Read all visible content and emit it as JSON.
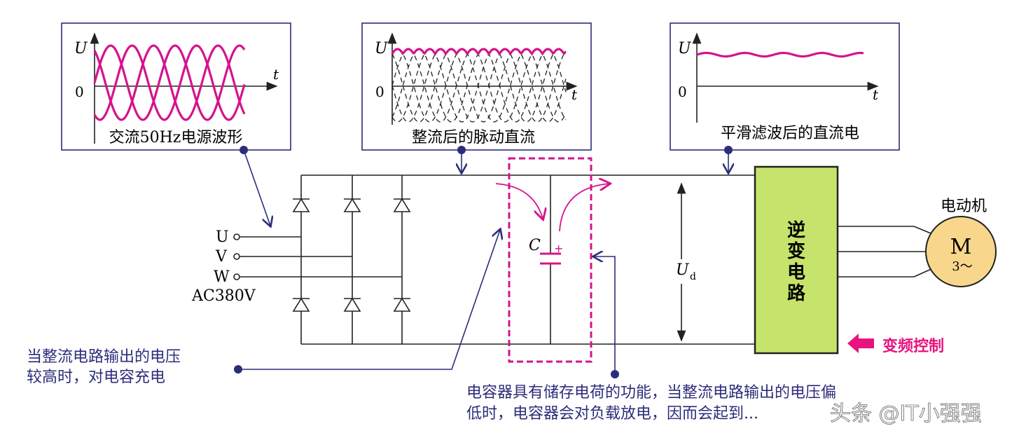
{
  "panels": {
    "ac": {
      "caption": "交流50Hz电源波形",
      "u": "U",
      "zero": "0",
      "t": "t"
    },
    "pulse": {
      "caption": "整流后的脉动直流",
      "u": "U",
      "zero": "0",
      "t": "t"
    },
    "smooth": {
      "caption": "平滑滤波后的直流电",
      "u": "U",
      "zero": "0",
      "t": "t"
    }
  },
  "inputs": {
    "u": "U",
    "v": "V",
    "w": "W",
    "supply": "AC380V"
  },
  "capacitor": {
    "label": "C",
    "plus": "+"
  },
  "voltage": {
    "symbol": "U",
    "subscript": "d"
  },
  "inverter": {
    "line1": "逆",
    "line2": "变",
    "line3": "电",
    "line4": "路"
  },
  "motor": {
    "title": "电动机",
    "symbol": "M",
    "phase": "3～"
  },
  "control": {
    "label": "变频控制"
  },
  "notes": {
    "charge_line1": "当整流电路输出的电压",
    "charge_line2": "较高时，对电容充电",
    "discharge_line1": "电容器具有储存电荷的功能，当整流电路输出的电压偏",
    "discharge_line2": "低时，电容器会对负载放电，因而会起到..."
  },
  "watermark": "头条 @IT小强强",
  "colors": {
    "wave": "#d4148c",
    "pointer": "#2b2d7a",
    "inverter_fill": "#c6e36b",
    "motor_fill": "#f8d68b",
    "control_arrow": "#e8137e",
    "capacitor": "#d4148c"
  }
}
